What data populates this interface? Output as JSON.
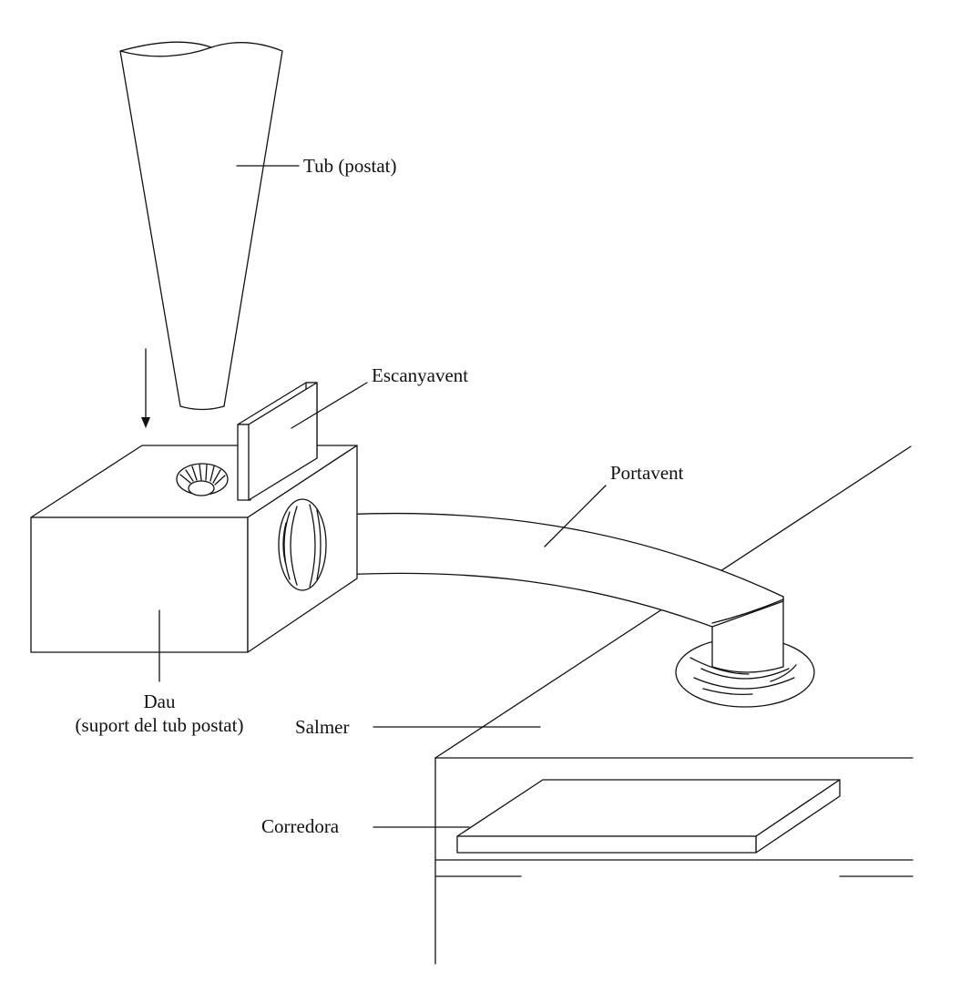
{
  "labels": {
    "tub": "Tub (postat)",
    "escanyavent": "Escanyavent",
    "portavent": "Portavent",
    "dau_title": "Dau",
    "dau_subtitle": "(suport del tub postat)",
    "salmer": "Salmer",
    "corredora": "Corredora"
  },
  "colors": {
    "line": "#111111",
    "background": "#ffffff"
  }
}
